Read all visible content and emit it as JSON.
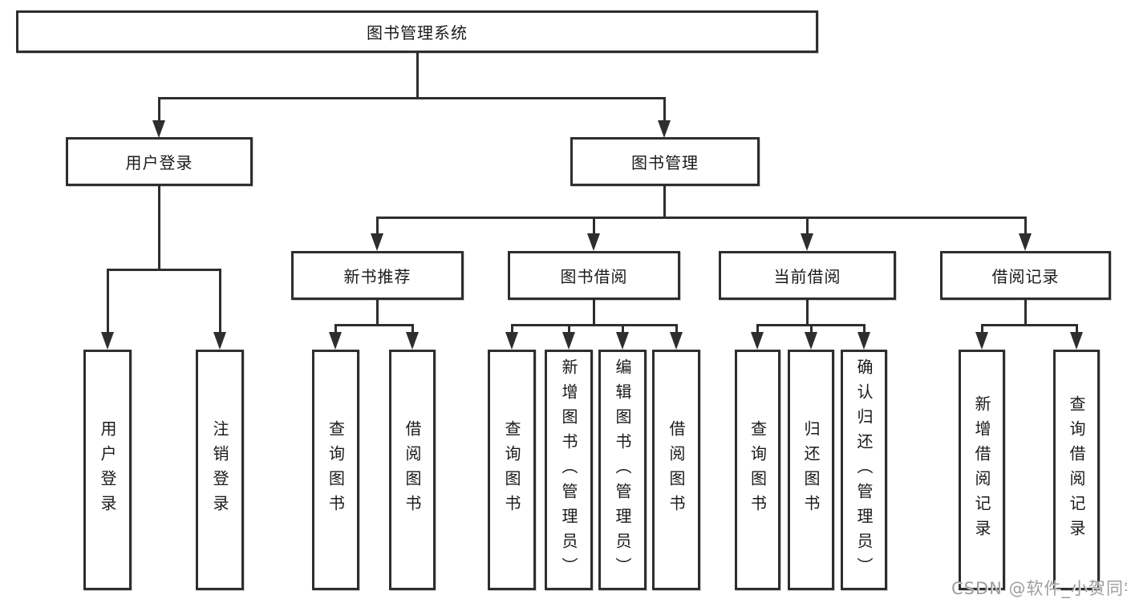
{
  "diagram": {
    "title": "图书管理系统",
    "branches": [
      {
        "label": "用户登录",
        "children": [
          "用户登录",
          "注销登录"
        ]
      },
      {
        "label": "图书管理",
        "groups": [
          {
            "label": "新书推荐",
            "children": [
              "查询图书",
              "借阅图书"
            ]
          },
          {
            "label": "图书借阅",
            "children": [
              "查询图书",
              "新增图书（管理员）",
              "编辑图书（管理员）",
              "借阅图书"
            ]
          },
          {
            "label": "当前借阅",
            "children": [
              "查询图书",
              "归还图书",
              "确认归还（管理员）"
            ]
          },
          {
            "label": "借阅记录",
            "children": [
              "新增借阅记录",
              "查询借阅记录"
            ]
          }
        ]
      }
    ]
  },
  "watermark": {
    "text": "CSDN @软件_小贺同学"
  },
  "colors": {
    "line": "#2e2e2e",
    "text": "#1a1a1a",
    "background": "#ffffff",
    "watermark": "#9e9e9e"
  }
}
